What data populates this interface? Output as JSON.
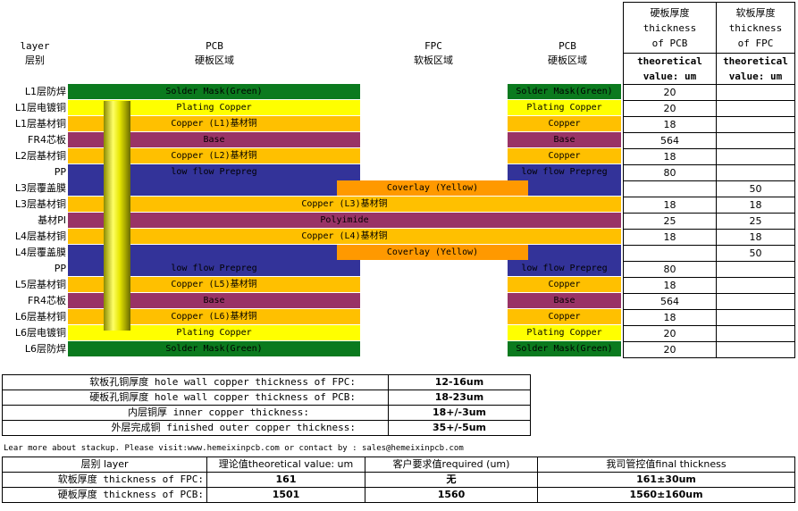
{
  "headers": {
    "layer": "layer",
    "layer_cn": "层别",
    "pcb_left": "PCB",
    "pcb_left_cn": "硬板区域",
    "fpc": "FPC",
    "fpc_cn": "软板区域",
    "pcb_right": "PCB",
    "pcb_right_cn": "硬板区域"
  },
  "thickness_table": {
    "pcb_header_cn": "硬板厚度",
    "pcb_header_en1": "thickness",
    "pcb_header_en2": "of PCB",
    "pcb_sub1": "theoretical",
    "pcb_sub2": "value: um",
    "fpc_header_cn": "软板厚度",
    "fpc_header_en1": "thickness",
    "fpc_header_en2": "of FPC",
    "fpc_sub1": "theoretical",
    "fpc_sub2": "value: um"
  },
  "layers": [
    {
      "label": "L1层防焊",
      "left": "Solder Mask(Green)",
      "right": "Solder Mask(Green)",
      "pcb": "20",
      "fpc": ""
    },
    {
      "label": "L1层电镀铜",
      "left": "Plating Copper",
      "right": "Plating Copper",
      "pcb": "20",
      "fpc": ""
    },
    {
      "label": "L1层基材铜",
      "left": "Copper (L1)基材铜",
      "right": "Copper",
      "pcb": "18",
      "fpc": ""
    },
    {
      "label": "FR4芯板",
      "left": "Base",
      "right": "Base",
      "pcb": "564",
      "fpc": ""
    },
    {
      "label": "L2层基材铜",
      "left": "Copper (L2)基材铜",
      "right": "Copper",
      "pcb": "18",
      "fpc": ""
    },
    {
      "label": "PP",
      "left": "low flow Prepreg",
      "right": "low flow Prepreg",
      "pcb": "80",
      "fpc": ""
    },
    {
      "label": "L3层覆盖膜",
      "center": "Coverlay (Yellow)",
      "pcb": "",
      "fpc": "50"
    },
    {
      "label": "L3层基材铜",
      "full": "Copper (L3)基材铜",
      "pcb": "18",
      "fpc": "18"
    },
    {
      "label": "基材PI",
      "full": "Polyimide",
      "pcb": "25",
      "fpc": "25"
    },
    {
      "label": "L4层基材铜",
      "full": "Copper (L4)基材铜",
      "pcb": "18",
      "fpc": "18"
    },
    {
      "label": "L4层覆盖膜",
      "center": "Coverlay (Yellow)",
      "pcb": "",
      "fpc": "50"
    },
    {
      "label": "PP",
      "left": "low flow Prepreg",
      "right": "low flow Prepreg",
      "pcb": "80",
      "fpc": ""
    },
    {
      "label": "L5层基材铜",
      "left": "Copper (L5)基材铜",
      "right": "Copper",
      "pcb": "18",
      "fpc": ""
    },
    {
      "label": "FR4芯板",
      "left": "Base",
      "right": "Base",
      "pcb": "564",
      "fpc": ""
    },
    {
      "label": "L6层基材铜",
      "left": "Copper (L6)基材铜",
      "right": "Copper",
      "pcb": "18",
      "fpc": ""
    },
    {
      "label": "L6层电镀铜",
      "left": "Plating Copper",
      "right": "Plating Copper",
      "pcb": "20",
      "fpc": ""
    },
    {
      "label": "L6层防焊",
      "left": "Solder Mask(Green)",
      "right": "Solder Mask(Green)",
      "pcb": "20",
      "fpc": ""
    }
  ],
  "colors": {
    "solder_mask": "#0b7a1e",
    "plating_copper": "#ffff00",
    "copper": "#ffc000",
    "base": "#993366",
    "prepreg": "#333399",
    "coverlay": "#ff9900",
    "via": "#e6e600"
  },
  "copper_specs": [
    {
      "label": "软板孔铜厚度 hole wall copper thickness of FPC:",
      "value": "12-16um"
    },
    {
      "label": "硬板孔铜厚度 hole wall copper thickness of PCB:",
      "value": "18-23um"
    },
    {
      "label": "内层铜厚 inner copper thickness:",
      "value": "18+/-3um"
    },
    {
      "label": "外层完成铜 finished outer copper thickness:",
      "value": "35+/-5um"
    }
  ],
  "footer_note": "Lear more about stackup.  Please visit:www.hemeixinpcb.com  or contact by : sales@hemeixinpcb.com",
  "summary": {
    "headers": [
      "层别 layer",
      "理论值theoretical value: um",
      "客户要求值required (um)",
      "我司管控值final thickness"
    ],
    "rows": [
      {
        "label": "软板厚度 thickness of FPC:",
        "theoretical": "161",
        "required": "无",
        "final": "161±30um"
      },
      {
        "label": "硬板厚度 thickness of PCB:",
        "theoretical": "1501",
        "required": "1560",
        "final": "1560±160um"
      }
    ]
  }
}
